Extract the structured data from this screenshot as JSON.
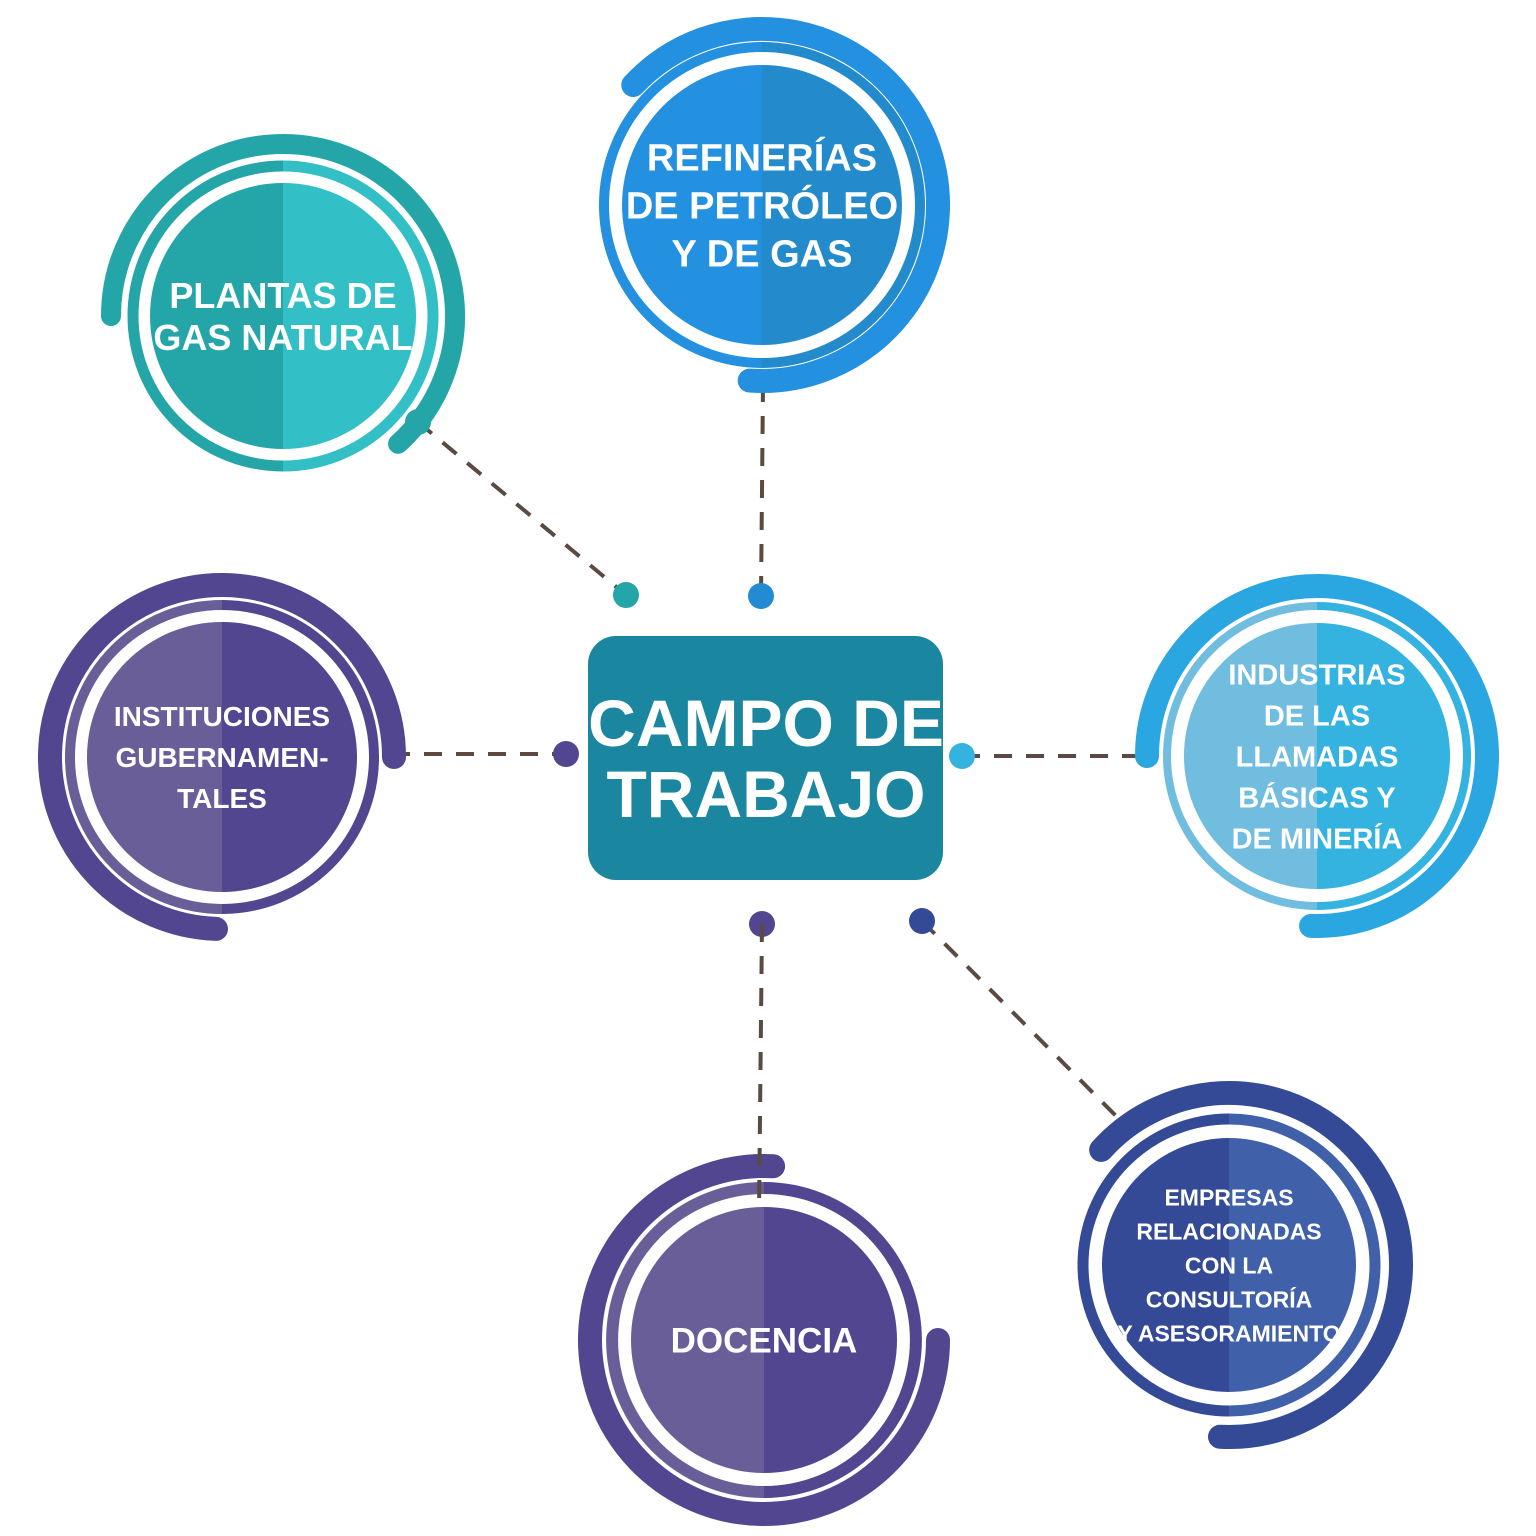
{
  "center": {
    "lines": [
      "CAMPO DE",
      "TRABAJO"
    ],
    "color": "#1a86a0"
  },
  "connector_color": "#5a4a42",
  "nodes": [
    {
      "id": "plantas",
      "lines": [
        "PLANTAS DE",
        "GAS NATURAL"
      ],
      "color_left": "#24a6a8",
      "color_right": "#33bfc6",
      "arc_color": "#24a6a8",
      "dot_color": "#24a6a8"
    },
    {
      "id": "refinerias",
      "lines": [
        "REFINERÍAS",
        "DE PETRÓLEO",
        "Y DE GAS"
      ],
      "color_left": "#2490e0",
      "color_right": "#238bcb",
      "arc_color": "#2490e0",
      "dot_color": "#238bd2"
    },
    {
      "id": "industrias",
      "lines": [
        "INDUSTRIAS",
        "DE LAS",
        "LLAMADAS",
        "BÁSICAS Y",
        "DE MINERÍA"
      ],
      "color_left": "#70bde0",
      "color_right": "#34b2e0",
      "arc_color": "#2aa6e0",
      "dot_color": "#34b2e0"
    },
    {
      "id": "instituciones",
      "lines": [
        "INSTITUCIONES",
        "GUBERNAMEN-",
        "TALES"
      ],
      "color_left": "#6a5e98",
      "color_right": "#524690",
      "arc_color": "#524690",
      "dot_color": "#524690"
    },
    {
      "id": "docencia",
      "lines": [
        "DOCENCIA"
      ],
      "color_left": "#6a5e98",
      "color_right": "#524690",
      "arc_color": "#524690",
      "dot_color": "#524690"
    },
    {
      "id": "empresas",
      "lines": [
        "EMPRESAS",
        "RELACIONADAS",
        "CON LA",
        "CONSULTORÍA",
        "Y ASESORAMIENTO"
      ],
      "color_left": "#344a96",
      "color_right": "#4160aa",
      "arc_color": "#344a96",
      "dot_color": "#344a96"
    }
  ]
}
